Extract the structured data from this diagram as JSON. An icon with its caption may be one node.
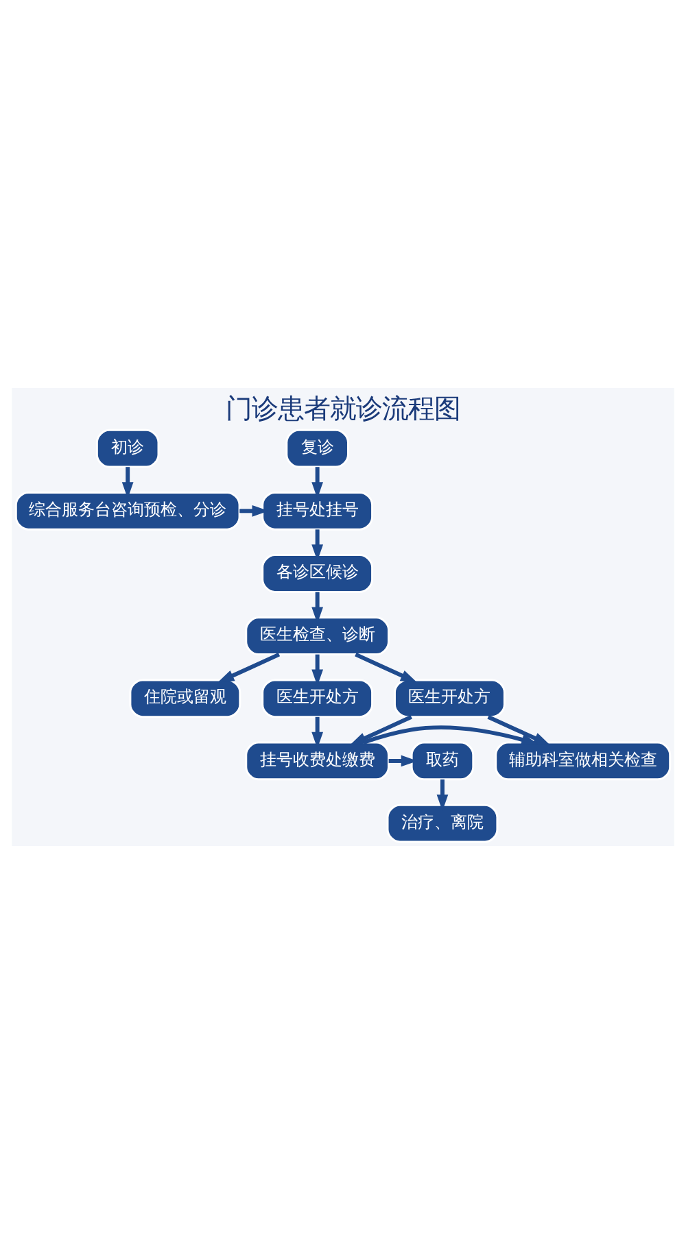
{
  "diagram": {
    "title": "门诊患者就诊流程图",
    "nodes": [
      {
        "text": [
          "初诊"
        ]
      },
      {
        "text": [
          "复诊"
        ]
      },
      {
        "text": [
          "综合服务台咨询预检、分诊"
        ]
      },
      {
        "text": [
          "挂号处挂号"
        ]
      },
      {
        "text": [
          "各诊区候诊"
        ]
      },
      {
        "text": [
          "医生检查、诊断"
        ]
      },
      {
        "text": [
          "住院或留观"
        ]
      },
      {
        "text": [
          "医生开处方"
        ]
      },
      {
        "text": [
          "医生开处方"
        ]
      },
      {
        "text": [
          "挂号收费处缴费"
        ]
      },
      {
        "text": [
          "辅助科室做相关检查"
        ]
      },
      {
        "text": [
          "取药"
        ]
      },
      {
        "text": [
          "治疗、离院"
        ]
      }
    ],
    "edges": [
      {
        "from": 0,
        "to": 2,
        "arrow": "to"
      },
      {
        "from": 1,
        "to": 3,
        "arrow": "to"
      },
      {
        "from": 2,
        "to": 3,
        "arrow": "to"
      },
      {
        "from": 3,
        "to": 4,
        "arrow": "to"
      },
      {
        "from": 4,
        "to": 5,
        "arrow": "to"
      },
      {
        "from": 5,
        "to": 6,
        "arrow": "to"
      },
      {
        "from": 5,
        "to": 7,
        "arrow": "to"
      },
      {
        "from": 5,
        "to": 8,
        "arrow": "to"
      },
      {
        "from": 7,
        "to": 9,
        "arrow": "to"
      },
      {
        "from": 8,
        "to": 9,
        "arrow": "to"
      },
      {
        "from": 8,
        "to": 10,
        "arrow": "to"
      },
      {
        "from": 9,
        "to": 11,
        "arrow": "to"
      },
      {
        "from": 9,
        "to": 10,
        "arrow": "to"
      },
      {
        "from": 11,
        "to": 12,
        "arrow": "to"
      }
    ]
  }
}
